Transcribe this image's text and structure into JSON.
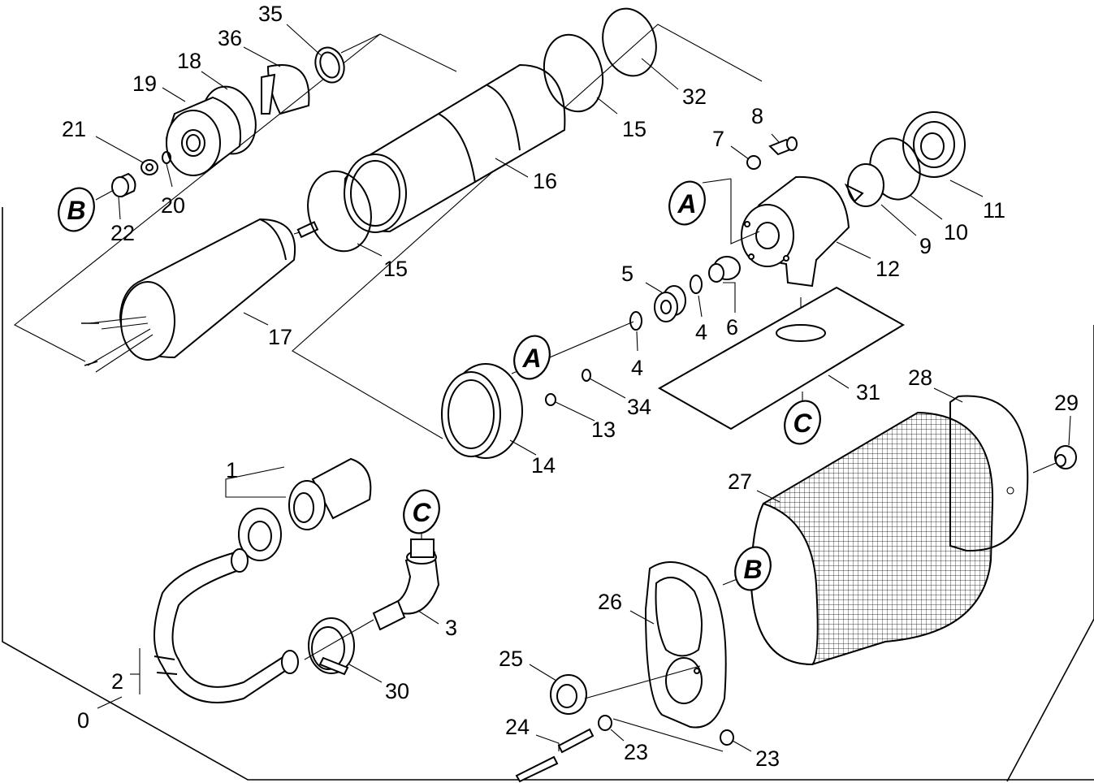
{
  "callouts": {
    "c0": "0",
    "c1": "1",
    "c2": "2",
    "c3": "3",
    "c4a": "4",
    "c4b": "4",
    "c5": "5",
    "c6": "6",
    "c7": "7",
    "c8": "8",
    "c9": "9",
    "c10": "10",
    "c11": "11",
    "c12": "12",
    "c13": "13",
    "c14": "14",
    "c15a": "15",
    "c15b": "15",
    "c16": "16",
    "c17": "17",
    "c18": "18",
    "c19": "19",
    "c20": "20",
    "c21": "21",
    "c22": "22",
    "c23a": "23",
    "c23b": "23",
    "c24": "24",
    "c25": "25",
    "c26": "26",
    "c27": "27",
    "c28": "28",
    "c29": "29",
    "c30": "30",
    "c31": "31",
    "c32": "32",
    "c34": "34",
    "c35": "35",
    "c36": "36"
  },
  "refs": {
    "a_top": "A",
    "a_mid": "A",
    "b_left": "B",
    "b_right": "B",
    "c_top": "C",
    "c_bottom": "C"
  }
}
